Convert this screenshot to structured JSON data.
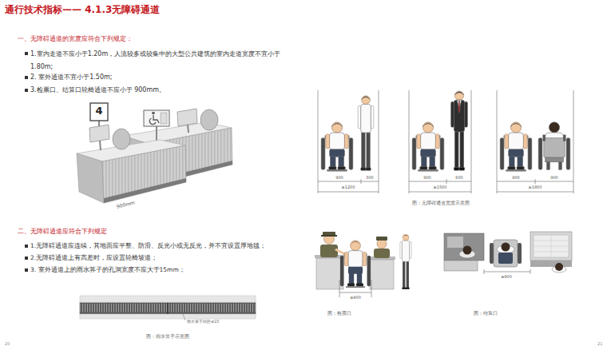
{
  "diagram": {
    "title": "通行技术指标—— 4.1.3无障碍通道",
    "labels": [
      "一、无障碍通道的宽度应符合下列规定：",
      "1.室内走道不应小于1.20m，人流较多或较集中的大型公共建筑的室内走道宽度不宜小于 1.80m;",
      "2. 室外通道不宜小于1.50m;",
      "3.检票口、结算口轮椅通道不应小于 900mm。",
      "4",
      "900mm",
      "二、无障碍通道应符合下列规定",
      "1.无障碍通道应连续，其地面应平整、防滑、反光小或无反光，并不宜设置厚地毯；",
      "2.无障碍通道上有高差时，应设置轮椅坡道；",
      "3. 室外通道上的雨水箅子的孔洞宽度不应大于15mm；",
      "雨水箅子间距≤15",
      "图：雨水箅子示意图",
      "20",
      "900",
      "300",
      "≥1200",
      "900",
      "600",
      "≥1500",
      "900",
      "900",
      "≥1800",
      "图：无障碍通道宽度示意图",
      "≥900",
      "图：检票口",
      "≥900",
      "图：结算口",
      "21"
    ]
  }
}
